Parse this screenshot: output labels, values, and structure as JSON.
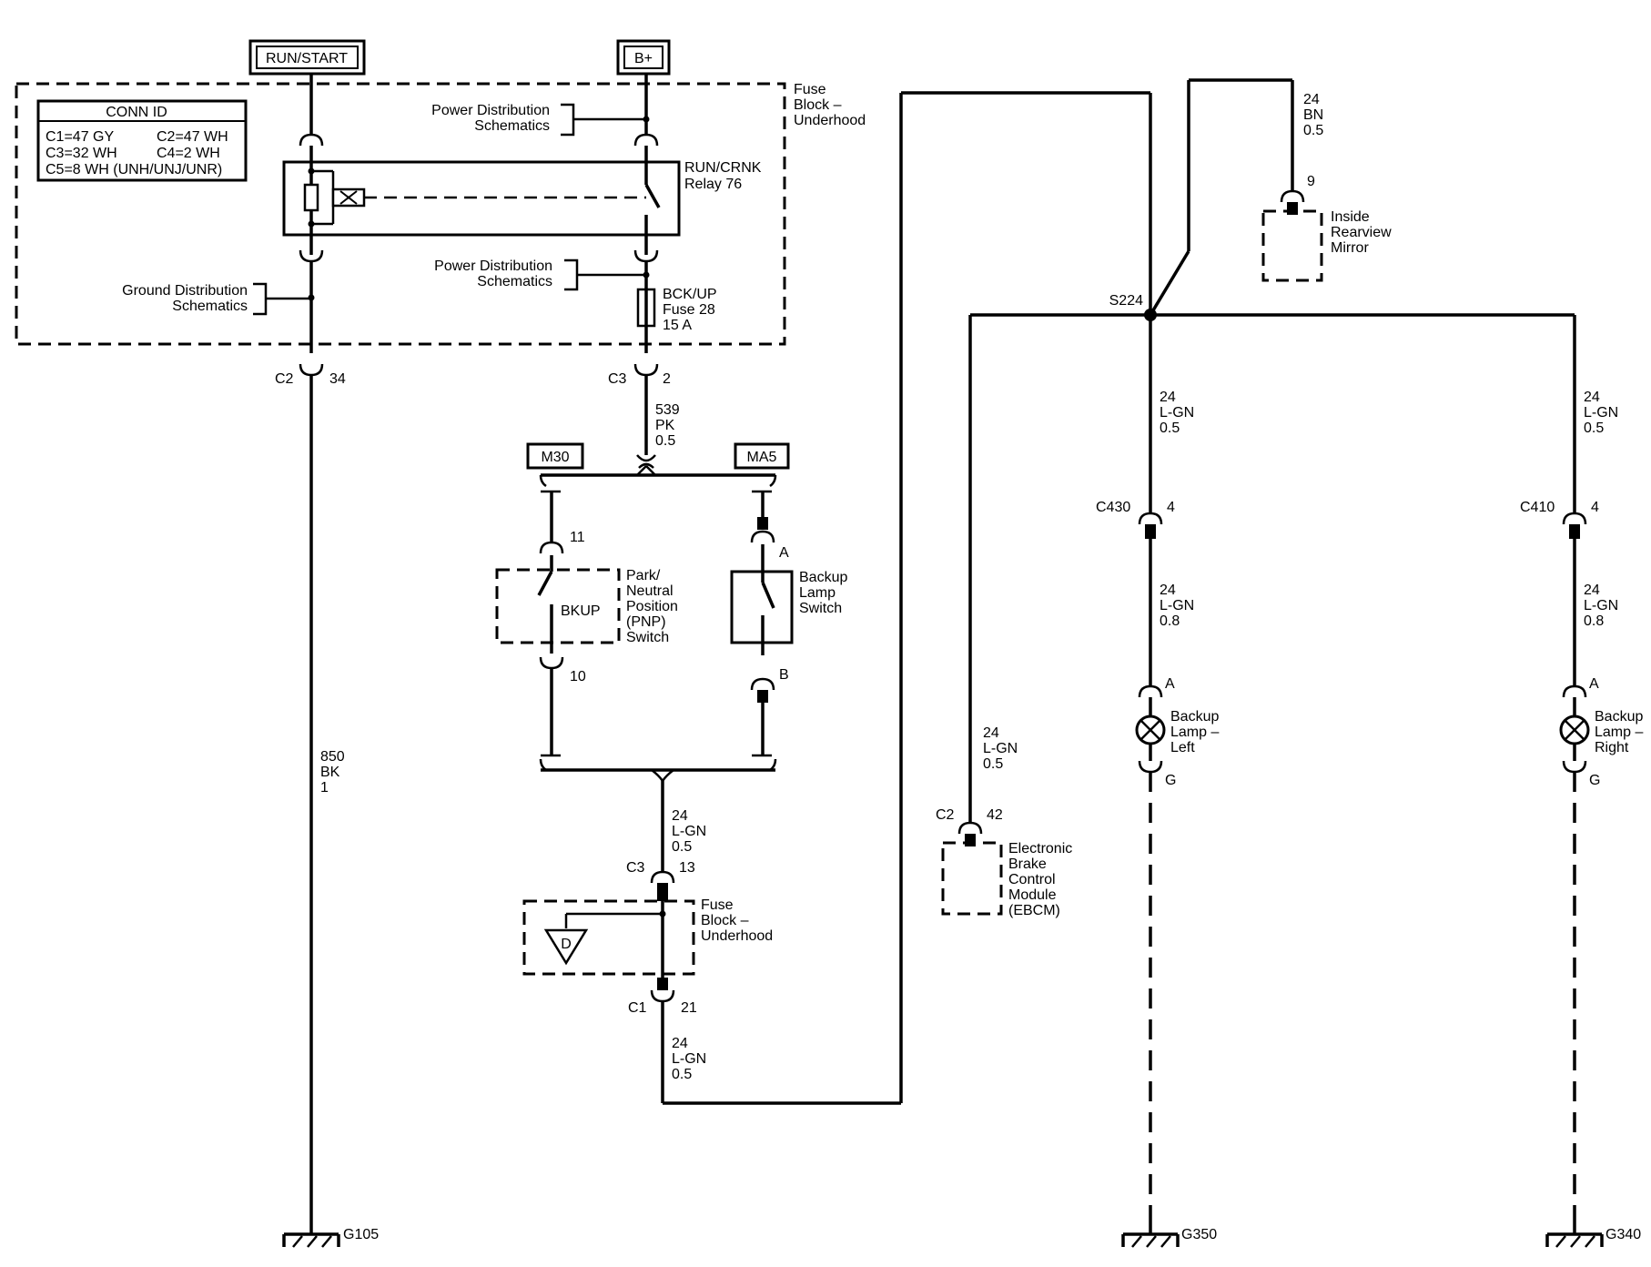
{
  "power": {
    "run_start": "RUN/START",
    "bplus": "B+"
  },
  "conn_id": {
    "title": "CONN ID",
    "c1": "C1=47 GY",
    "c2": "C2=47 WH",
    "c3": "C3=32 WH",
    "c4": "C4=2 WH",
    "c5": "C5=8 WH (UNH/UNJ/UNR)"
  },
  "fuse_block_top": [
    "Fuse",
    "Block –",
    "Underhood"
  ],
  "power_dist_1": [
    "Power Distribution",
    "Schematics"
  ],
  "power_dist_2": [
    "Power Distribution",
    "Schematics"
  ],
  "ground_dist": [
    "Ground Distribution",
    "Schematics"
  ],
  "relay": [
    "RUN/CRNK",
    "Relay 76"
  ],
  "fuse28": [
    "BCK/UP",
    "Fuse 28",
    "15 A"
  ],
  "c2_34": {
    "conn": "C2",
    "pin": "34"
  },
  "c3_2": {
    "conn": "C3",
    "pin": "2"
  },
  "wire_539": [
    "539",
    "PK",
    "0.5"
  ],
  "m30": "M30",
  "ma5": "MA5",
  "pin_11": "11",
  "pin_10": "10",
  "pin_A_sw": "A",
  "pin_B_sw": "B",
  "bkup": "BKUP",
  "pnp_switch": [
    "Park/",
    "Neutral",
    "Position",
    "(PNP)",
    "Switch"
  ],
  "backup_switch": [
    "Backup",
    "Lamp",
    "Switch"
  ],
  "wire_850": [
    "850",
    "BK",
    "1"
  ],
  "wire_24_a": [
    "24",
    "L-GN",
    "0.5"
  ],
  "c3_13": {
    "conn": "C3",
    "pin": "13"
  },
  "fuse_block_bottom": [
    "Fuse",
    "Block –",
    "Underhood"
  ],
  "diode": "D",
  "c1_21": {
    "conn": "C1",
    "pin": "21"
  },
  "wire_24_b": [
    "24",
    "L-GN",
    "0.5"
  ],
  "wire_24_bn": [
    "24",
    "BN",
    "0.5"
  ],
  "pin_9": "9",
  "mirror": [
    "Inside",
    "Rearview",
    "Mirror"
  ],
  "splice": "S224",
  "wire_24_c": [
    "24",
    "L-GN",
    "0.5"
  ],
  "wire_24_d": [
    "24",
    "L-GN",
    "0.5"
  ],
  "wire_24_e": [
    "24",
    "L-GN",
    "0.5"
  ],
  "c2_42": {
    "conn": "C2",
    "pin": "42"
  },
  "ebcm": [
    "Electronic",
    "Brake",
    "Control",
    "Module",
    "(EBCM)"
  ],
  "c430": {
    "conn": "C430",
    "pin": "4"
  },
  "c410": {
    "conn": "C410",
    "pin": "4"
  },
  "wire_24_f": [
    "24",
    "L-GN",
    "0.8"
  ],
  "wire_24_g": [
    "24",
    "L-GN",
    "0.8"
  ],
  "lamp_left": [
    "Backup",
    "Lamp –",
    "Left"
  ],
  "lamp_right": [
    "Backup",
    "Lamp –",
    "Right"
  ],
  "lamp_left_pins": {
    "a": "A",
    "g": "G"
  },
  "lamp_right_pins": {
    "a": "A",
    "g": "G"
  },
  "grounds": {
    "g105": "G105",
    "g350": "G350",
    "g340": "G340"
  }
}
